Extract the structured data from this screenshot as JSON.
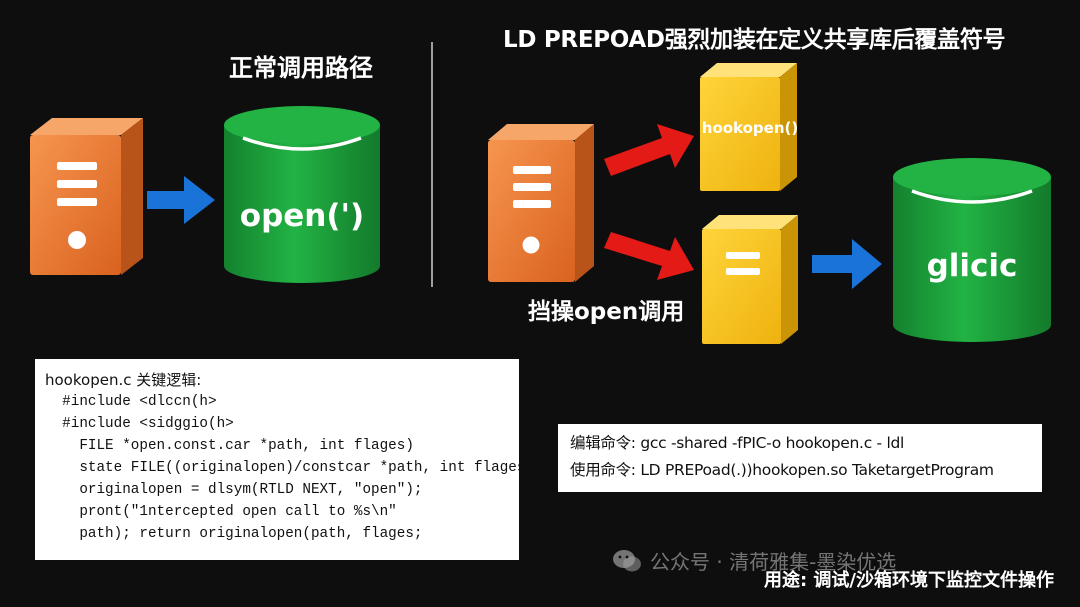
{
  "left": {
    "title": "正常调用路径",
    "cylinder_label": "open(')"
  },
  "right": {
    "title": "LD PREPOAD强烈加装在定义共享库后覆盖符号",
    "hook_box_label": "hookopen()",
    "intercept_label": "挡操open调用",
    "cylinder_label": "glicic"
  },
  "code": {
    "title": "hookopen.c 关键逻辑:",
    "lines": [
      "  #include <dlccn(h>",
      "  #include <sidggio(h>",
      "    FILE *open.const.car *path, int flages)",
      "    state FILE((originalopen)/constcar *path, int flages);",
      "    originalopen = dlsym(RTLD NEXT, \"open\");",
      "    pront(\"1ntercepted open call to %s\\n\"",
      "    path); return originalopen(path, flages;"
    ]
  },
  "commands": {
    "compile": "编辑命令:  gcc -shared -fPIC-o hookopen.c - ldl",
    "use": "使用命令:  LD PREPoad(.))hookopen.so TaketargetProgram"
  },
  "watermark": "公众号 · 清荷雅集-墨染优选",
  "usage": "用途: 调试/沙箱环境下监控文件操作",
  "colors": {
    "server": "#f07d33",
    "cylinder": "#1fa83e",
    "hook_box": "#f6c21c",
    "blue_arrow": "#1a73d8",
    "red_arrow": "#e41a16"
  }
}
